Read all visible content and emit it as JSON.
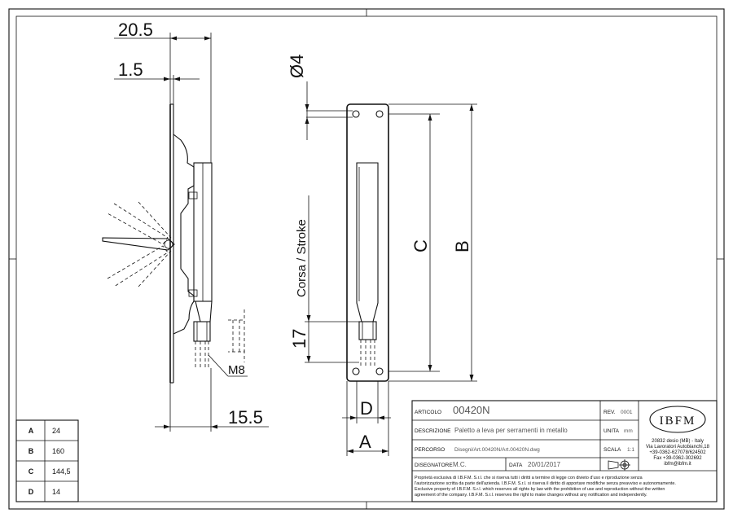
{
  "dimensions": {
    "d_20_5": "20.5",
    "d_1_5": "1.5",
    "d_15_5": "15.5",
    "d_m8": "M8",
    "d_phi4": "Ø4",
    "d_c": "C",
    "d_b": "B",
    "d_17": "17",
    "stroke_label": "Corsa / Stroke",
    "d_d": "D",
    "d_a": "A"
  },
  "size_table": {
    "rows": [
      {
        "key": "A",
        "value": "24"
      },
      {
        "key": "B",
        "value": "160"
      },
      {
        "key": "C",
        "value": "144,5"
      },
      {
        "key": "D",
        "value": "14"
      }
    ]
  },
  "title_block": {
    "articolo_label": "ARTICOLO",
    "articolo_value": "00420N",
    "rev_label": "REV.",
    "rev_value": "0001",
    "descrizione_label": "DESCRIZIONE",
    "descrizione_value": "Paletto a leva per serramenti in metallo",
    "unita_label": "UNITA",
    "unita_value": "mm",
    "percorso_label": "PERCORSO",
    "percorso_value": "Disegni/Art.00420N/Art.00420N.dwg",
    "scala_label": "SCALA",
    "scala_value": "1:1",
    "disegnatore_label": "DISEGNATORE",
    "disegnatore_value": "M.C.",
    "data_label": "DATA",
    "data_value": "20/01/2017",
    "logo_text": "IBFM",
    "company_lines": [
      "20832 desio (MB) - Italy",
      "Via Lavoratori Autobianchi,18",
      "+39-0362-627078/624502",
      "Fax +39-0362-302692",
      "ibfm@ibfm.it"
    ],
    "legal_lines": [
      "Proprietà esclusiva di I.B.F.M. S.r.l. che si riserva tutti i diritti a termine di legge con divieto d'uso e riproduzione senza",
      "l'autorizzazione scritta da parte dell'azienda. I.B.F.M. S.r.l. si riserva il diritto di apportare modifiche senza preavviso e autonomamente.",
      "Exclusive property of I.B.F.M. S.r.l. which reserves all rights by law with the prohibition of use and reproduction without the written",
      "agreement of the company. I.B.F.M. S.r.l. reserves the right to make changes without any notification and independently."
    ]
  }
}
